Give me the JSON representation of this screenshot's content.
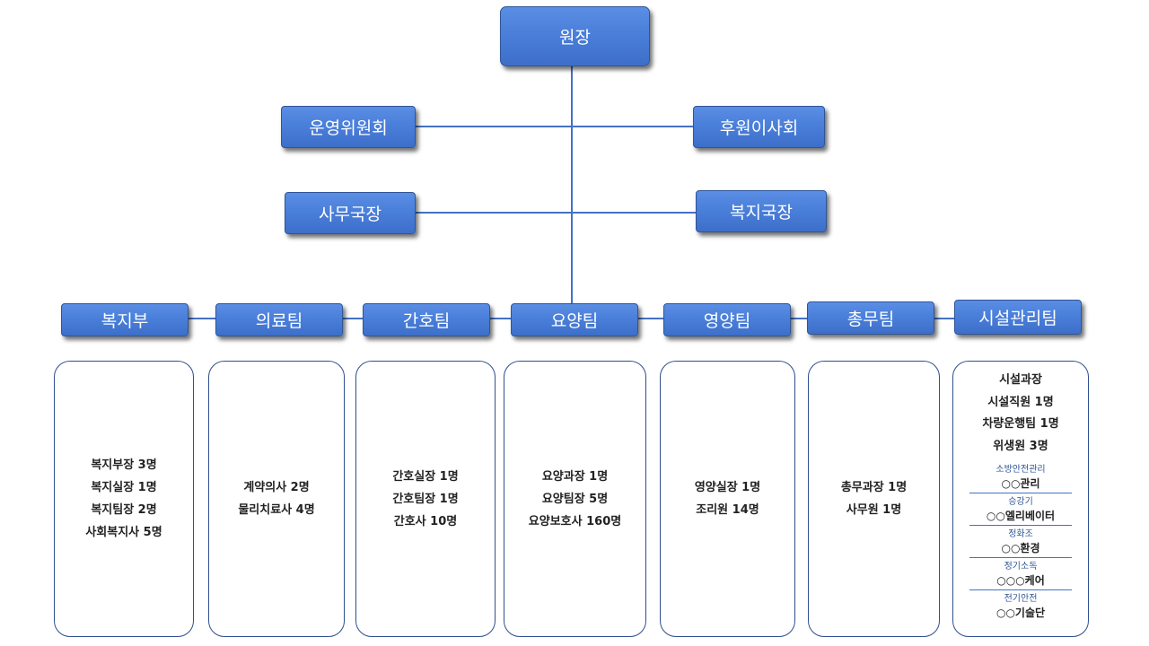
{
  "top": {
    "director": "원장"
  },
  "mid": {
    "left1": "운영위원회",
    "right1": "후원이사회",
    "left2": "사무국장",
    "right2": "복지국장"
  },
  "teams": [
    {
      "name": "복지부",
      "staff": [
        "복지부장 3명",
        "복지실장 1명",
        "복지팀장 2명",
        "사회복지사 5명"
      ]
    },
    {
      "name": "의료팀",
      "staff": [
        "계약의사 2명",
        "물리치료사 4명"
      ]
    },
    {
      "name": "간호팀",
      "staff": [
        "간호실장 1명",
        "간호팀장 1명",
        "간호사 10명"
      ]
    },
    {
      "name": "요양팀",
      "staff": [
        "요양과장 1명",
        "요양팀장 5명",
        "요양보호사 160명"
      ]
    },
    {
      "name": "영양팀",
      "staff": [
        "영양실장 1명",
        "조리원 14명"
      ]
    },
    {
      "name": "총무팀",
      "staff": [
        "총무과장 1명",
        "사무원 1명"
      ]
    },
    {
      "name": "시설관리팀",
      "staff": [
        "시설과장",
        "시설직원 1명",
        "차량운행팀 1명",
        "위생원 3명"
      ]
    }
  ],
  "facility_partners": [
    {
      "category": "소방안전관리",
      "company": "○○관리"
    },
    {
      "category": "승강기",
      "company": "○○엘리베이터"
    },
    {
      "category": "정화조",
      "company": "○○환경"
    },
    {
      "category": "정기소독",
      "company": "○○○케어"
    },
    {
      "category": "전기안전",
      "company": "○○기술단"
    }
  ],
  "colors": {
    "node_fill": "#4a7fda",
    "node_border": "#2f5597",
    "connector": "#4472c4"
  }
}
